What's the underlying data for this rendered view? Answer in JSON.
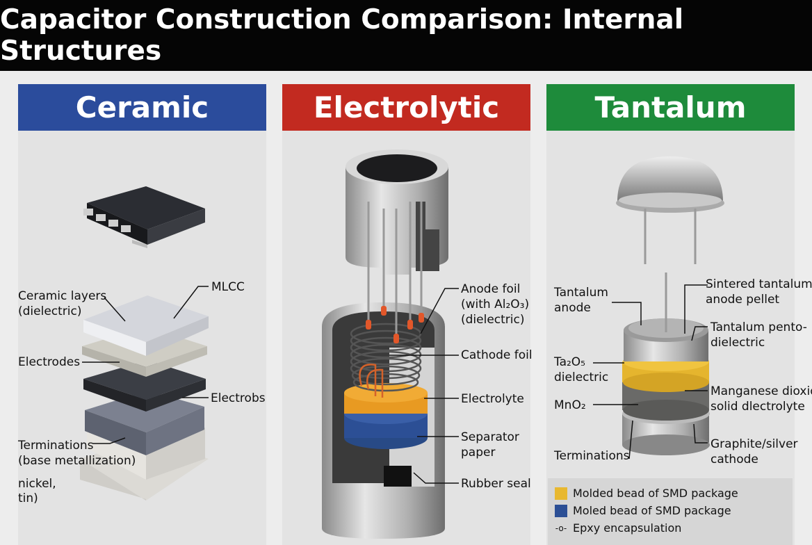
{
  "title": "Capacitor Construction Comparison: Internal Structures",
  "colors": {
    "ceramic": "#2b4c9c",
    "electrolytic": "#c22a20",
    "tantalum": "#1e8b3b",
    "legend_yellow": "#e8b830",
    "legend_blue": "#2c4f95"
  },
  "panels": [
    {
      "heading": "Ceramic",
      "labels": [
        "Ceramic layers",
        "(dielectric)",
        "MLCC",
        "Electrodes",
        "Electrobs",
        "Terminations",
        "(base metallization)",
        "nickel,",
        "tin)"
      ]
    },
    {
      "heading": "Electrolytic",
      "labels": [
        "Anode foil",
        "(with Al₂O₃)",
        "(dielectric)",
        "Cathode foil",
        "Electrolyte",
        "Separator",
        "paper",
        "Rubber seal"
      ]
    },
    {
      "heading": "Tantalum",
      "labels": [
        "Tantalum",
        "anode",
        "Sintered tantalum",
        "anode pellet",
        "Tantalum pento-",
        "dielectric",
        "Ta₂O₅",
        "dielectric",
        "Manganese dioxide",
        "solid dlectrolyte",
        "MnO₂",
        "Terminations",
        "Graphite/silver",
        "cathode"
      ]
    }
  ],
  "legend": [
    {
      "icon": "yellow-square",
      "label": "Molded bead of SMD package"
    },
    {
      "icon": "blue-square",
      "label": "Moled bead of SMD package"
    },
    {
      "icon": "lead-symbol",
      "label": "Epxy encapsulation"
    }
  ]
}
